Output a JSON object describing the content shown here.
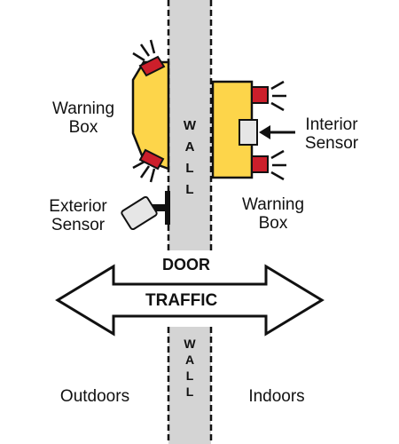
{
  "labels": {
    "warning_box_left": [
      "Warning",
      "Box"
    ],
    "warning_box_right": [
      "Warning",
      "Box"
    ],
    "interior_sensor": [
      "Interior",
      "Sensor"
    ],
    "exterior_sensor": [
      "Exterior",
      "Sensor"
    ],
    "door": "DOOR",
    "traffic": "TRAFFIC",
    "outdoors": "Outdoors",
    "indoors": "Indoors",
    "wall_top": [
      "W",
      "A",
      "L",
      "L"
    ],
    "wall_bottom": [
      "W",
      "A",
      "L",
      "L"
    ]
  },
  "colors": {
    "wall_fill": "#d4d4d4",
    "warning_box_fill": "#fdd54a",
    "light_fill": "#cc1f2b",
    "sensor_fill": "#e6e6e6",
    "stroke": "#111111"
  }
}
